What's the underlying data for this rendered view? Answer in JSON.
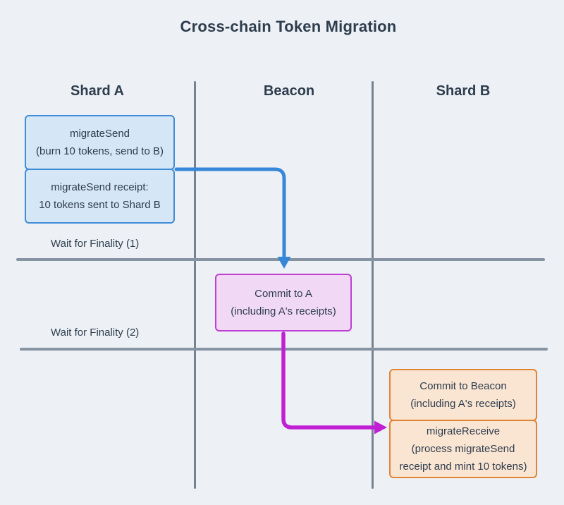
{
  "title": "Cross-chain Token Migration",
  "columns": [
    {
      "id": "shard-a",
      "label": "Shard A"
    },
    {
      "id": "beacon",
      "label": "Beacon"
    },
    {
      "id": "shard-b",
      "label": "Shard B"
    }
  ],
  "finality_dividers": [
    {
      "label": "Wait for Finality (1)"
    },
    {
      "label": "Wait for Finality (2)"
    }
  ],
  "nodes": {
    "migrate_send": {
      "column": "Shard A",
      "lines": [
        "migrateSend",
        "(burn 10 tokens, send to B)"
      ]
    },
    "migrate_send_receipt": {
      "column": "Shard A",
      "lines": [
        "migrateSend receipt:",
        "10 tokens sent to Shard B"
      ]
    },
    "commit_to_a": {
      "column": "Beacon",
      "lines": [
        "Commit to A",
        "(including A's receipts)"
      ]
    },
    "commit_to_beacon": {
      "column": "Shard B",
      "lines": [
        "Commit to Beacon",
        "(including A's receipts)"
      ]
    },
    "migrate_receive": {
      "column": "Shard B",
      "lines": [
        "migrateReceive",
        "(process migrateSend",
        "receipt and mint 10 tokens)"
      ]
    }
  },
  "arrows": [
    {
      "id": "send-to-beacon",
      "from": "migrate_send_receipt",
      "to": "commit_to_a",
      "color": "#3787d8"
    },
    {
      "id": "beacon-to-shard-b",
      "from": "commit_to_a",
      "to": "migrate_receive",
      "color": "#c11fd4"
    }
  ],
  "colors": {
    "background": "#edf1f6",
    "text": "#2e3d4d",
    "column_line": "#76838f",
    "finality_line": "#8593a2",
    "shard_a_box_fill": "#d5e6f7",
    "shard_a_box_border": "#3f8cd5",
    "blue_arrow": "#3787d8",
    "beacon_box_fill": "#f1d9f6",
    "beacon_box_border": "#bf3fd3",
    "magenta_arrow": "#c11fd4",
    "shard_b_box_fill": "#fae5d3",
    "shard_b_box_border": "#e28434"
  }
}
